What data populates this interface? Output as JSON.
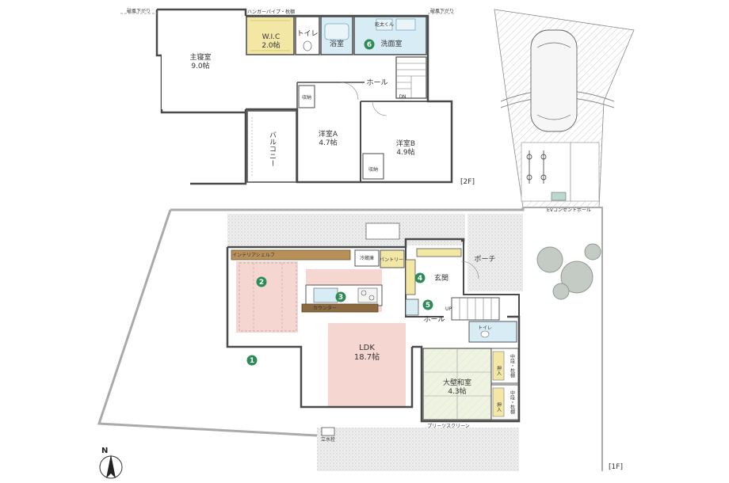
{
  "floor2": {
    "tag": "[2F]",
    "rooms": {
      "master": {
        "name": "主寝室",
        "size": "9.0帖"
      },
      "wic": {
        "name": "W.I.C",
        "size": "2.0帖"
      },
      "toilet": "トイレ",
      "bath": "浴室",
      "washroom": "洗面室",
      "hall": "ホール",
      "balcony": "バルコニー",
      "room_a": {
        "name": "洋室A",
        "size": "4.7帖"
      },
      "room_b": {
        "name": "洋室B",
        "size": "4.9帖"
      }
    },
    "small": {
      "storage": "収納",
      "hanger_pipe": "ハンガーパイプ・枕棚",
      "dryer": "乾太くん",
      "dn": "DN",
      "eave_left": "破風下がり",
      "eave_right": "破風下がり"
    },
    "markers": {
      "washroom": "6"
    }
  },
  "floor1": {
    "tag": "[1F]",
    "rooms": {
      "ldk": {
        "name": "LDK",
        "size": "18.7帖"
      },
      "tatami": {
        "name": "大壁和室",
        "size": "4.3帖"
      },
      "entrance": "玄関",
      "porch": "ポーチ",
      "hall": "ホール",
      "toilet": "トイレ",
      "pantry": "パントリー",
      "fridge": "冷蔵庫"
    },
    "small": {
      "interior_shelf": "インテリアシェルフ",
      "counter": "カウンター",
      "closet1": "押入",
      "closet2": "押入",
      "shelf1": "中段・枕棚",
      "shelf2": "中段・枕棚",
      "up": "UP",
      "screen": "プリーツスクリーン",
      "faucet": "立水栓",
      "ev": "EVコンセントポール"
    },
    "markers": {
      "garden": "1",
      "living": "2",
      "kitchen": "3",
      "entrance_storage": "4",
      "hall": "5"
    }
  },
  "compass": {
    "label": "N"
  },
  "colors": {
    "wall": "#4a4a4a",
    "wic_fill": "#f3e7a6",
    "wet_fill": "#d7ecf5",
    "ldk_fill": "#f6d6d0",
    "tatami_fill": "#e8f0d8",
    "gravel": "#d8d8d8",
    "marker": "#2e8b57",
    "tree": "#9aa59a"
  }
}
